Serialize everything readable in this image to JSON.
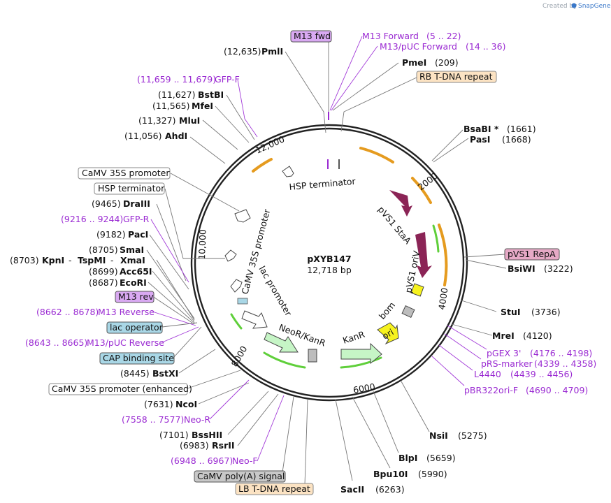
{
  "brand": {
    "prefix": "Created by",
    "name": "SnapGene"
  },
  "plasmid": {
    "name": "pXYB147",
    "length_label": "12,718 bp"
  },
  "colors": {
    "primer": "#9a2ad2",
    "rb_ldna_box": "#fce3c3",
    "m13_box": "#d9a9f2",
    "repa_box": "#e6a9c6",
    "lac_box": "#a9d7e6",
    "polya_box": "#c8c8c8",
    "neor": "#c6f5c6",
    "ori": "#f6f21e",
    "vs1": "#8b2456",
    "orange_track": "#e59b1f"
  },
  "ticks": [
    "2000",
    "4000",
    "6000",
    "8000",
    "10,000",
    "12,000"
  ],
  "inner_labels": {
    "hsp_terminator": "HSP terminator",
    "pvs1_stab": "pVS1 StaA",
    "pvs1_oriv": "pVS1 oriV",
    "bom": "bom",
    "ori": "ori",
    "kanr": "KanR",
    "neor_kanr": "NeoR/KanR",
    "lac_promoter": "lac promoter",
    "camv_35s_promoter": "CaMV 35S promoter"
  },
  "features_left": [
    {
      "pos": "(12,635)",
      "name": "PmlI"
    },
    {
      "pos": "(11,659 .. 11,679)",
      "name": "GFP-F"
    },
    {
      "pos": "(11,627)",
      "name": "BstBI"
    },
    {
      "pos": "(11,565)",
      "name": "MfeI"
    },
    {
      "pos": "(11,327)",
      "name": "MluI"
    },
    {
      "pos": "(11,056)",
      "name": "AhdI"
    },
    {
      "box": "CaMV 35S promoter"
    },
    {
      "box": "HSP terminator"
    },
    {
      "pos": "(9465)",
      "name": "DraIII"
    },
    {
      "pos": "(9216 .. 9244)",
      "name": "GFP-R"
    },
    {
      "pos": "(9182)",
      "name": "PacI"
    },
    {
      "pos": "(8705)",
      "name": "SmaI"
    },
    {
      "pos": "(8703)",
      "name": "KpnI",
      "sep1": "-",
      "name2": "TspMI",
      "sep2": "-",
      "name3": "XmaI"
    },
    {
      "pos": "(8699)",
      "name": "Acc65I"
    },
    {
      "pos": "(8687)",
      "name": "EcoRI"
    },
    {
      "box": "M13 rev"
    },
    {
      "pos": "(8662 .. 8678)",
      "name": "M13 Reverse"
    },
    {
      "box": "lac operator"
    },
    {
      "pos": "(8643 .. 8665)",
      "name": "M13/pUC Reverse"
    },
    {
      "box": "CAP binding site"
    },
    {
      "pos": "(8445)",
      "name": "BstXI"
    },
    {
      "box": "CaMV 35S promoter (enhanced)"
    },
    {
      "pos": "(7631)",
      "name": "NcoI"
    },
    {
      "pos": "(7558 .. 7577)",
      "name": "Neo-R"
    },
    {
      "pos": "(7101)",
      "name": "BssHII"
    },
    {
      "pos": "(6983)",
      "name": "RsrII"
    },
    {
      "pos": "(6948 .. 6967)",
      "name": "Neo-F"
    },
    {
      "box": "CaMV poly(A) signal"
    },
    {
      "box": "LB T-DNA repeat"
    }
  ],
  "features_right": [
    {
      "box": "M13 fwd"
    },
    {
      "name": "M13 Forward",
      "pos": "(5 .. 22)"
    },
    {
      "name": "M13/pUC Forward",
      "pos": "(14 .. 36)"
    },
    {
      "name": "PmeI",
      "pos": "(209)"
    },
    {
      "box": "RB T-DNA repeat"
    },
    {
      "name": "BsaBI *",
      "pos": "(1661)"
    },
    {
      "name": "PasI",
      "pos": "(1668)"
    },
    {
      "box": "pVS1 RepA"
    },
    {
      "name": "BsiWI",
      "pos": "(3222)"
    },
    {
      "name": "StuI",
      "pos": "(3736)"
    },
    {
      "name": "MreI",
      "pos": "(4120)"
    },
    {
      "name": "pGEX 3'",
      "pos": "(4176 .. 4198)"
    },
    {
      "name": "pRS-marker",
      "pos": "(4339 .. 4358)"
    },
    {
      "name": "L4440",
      "pos": "(4439 .. 4456)"
    },
    {
      "name": "pBR322ori-F",
      "pos": "(4690 .. 4709)"
    },
    {
      "name": "NsiI",
      "pos": "(5275)"
    },
    {
      "name": "BlpI",
      "pos": "(5659)"
    },
    {
      "name": "Bpu10I",
      "pos": "(5990)"
    },
    {
      "name": "SacII",
      "pos": "(6263)"
    }
  ]
}
